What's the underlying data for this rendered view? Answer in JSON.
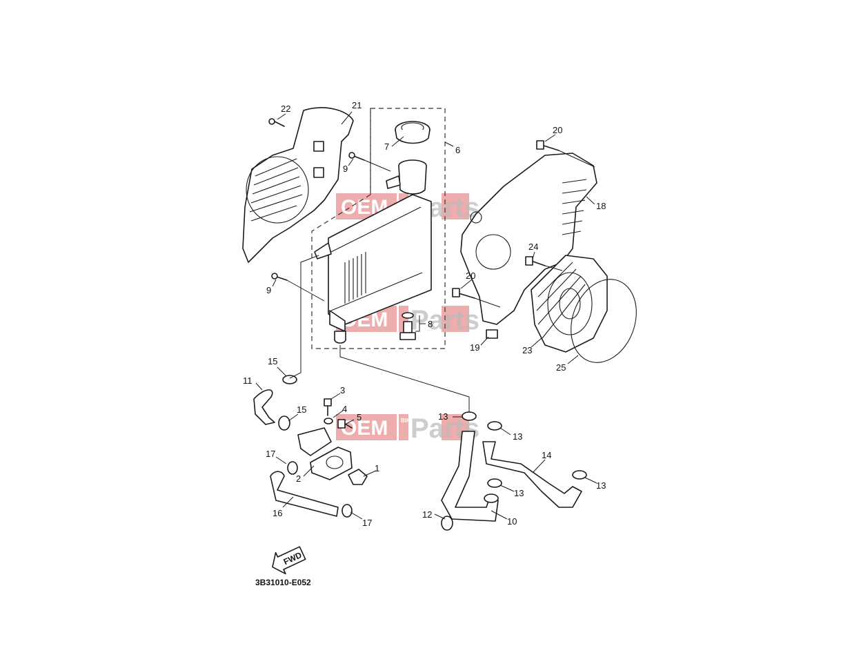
{
  "diagram_code": "3B31010-E052",
  "fwd_label": "FWD",
  "watermark": {
    "oem": "OEM",
    "bike": "BIKE",
    "parts": "Parts"
  },
  "callouts": {
    "c1": "1",
    "c2": "2",
    "c3": "3",
    "c4": "4",
    "c5": "5",
    "c6": "6",
    "c7": "7",
    "c8": "8",
    "c9a": "9",
    "c9b": "9",
    "c10": "10",
    "c11": "11",
    "c12": "12",
    "c13a": "13",
    "c13b": "13",
    "c13c": "13",
    "c13d": "13",
    "c14": "14",
    "c15a": "15",
    "c15b": "15",
    "c16": "16",
    "c17a": "17",
    "c17b": "17",
    "c18": "18",
    "c19": "19",
    "c20a": "20",
    "c20b": "20",
    "c21": "21",
    "c22": "22",
    "c23": "23",
    "c24": "24",
    "c25": "25"
  }
}
